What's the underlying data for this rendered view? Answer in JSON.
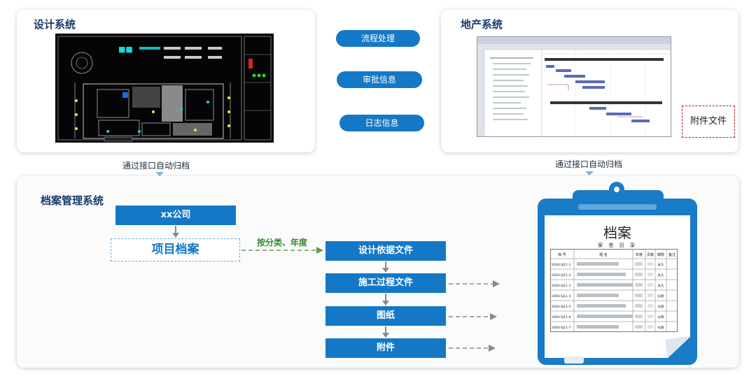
{
  "design_system": {
    "title": "设计系统"
  },
  "realestate_system": {
    "title": "地产系统",
    "attachment_label": "附件文件"
  },
  "pills": [
    "流程处理",
    "审批信息",
    "日志信息"
  ],
  "interface_note_left": "通过接口自动归档",
  "interface_note_right": "通过接口自动归档",
  "archive_system": {
    "title": "档案管理系统",
    "company": "xx公司",
    "project_archive": "项目档案",
    "classify_label": "按分类、年度",
    "doc_types": [
      "设计依据文件",
      "施工过程文件",
      "图纸",
      "附件"
    ]
  },
  "clipboard": {
    "title": "档案",
    "subtitle": "案 卷 目 录",
    "headers": [
      "档 号",
      "题 名",
      "年度",
      "页数",
      "期限",
      "备注"
    ],
    "rows": [
      {
        "id": "2004-SJ11-1",
        "term": "永久"
      },
      {
        "id": "2004-SJ11-2",
        "term": "永久"
      },
      {
        "id": "2004-SJ11-3",
        "term": "永久"
      },
      {
        "id": "2004-SJ11-4",
        "term": "长期"
      },
      {
        "id": "2004-SJ11-5",
        "term": "长期"
      },
      {
        "id": "2004-SJ11-6",
        "term": "长期"
      },
      {
        "id": "2004-SJ11-7",
        "term": "长期"
      }
    ]
  },
  "colors": {
    "primary_blue": "#1478c6",
    "title_navy": "#173a6a",
    "arrow_green": "#6a9a4e",
    "attachment_border": "#b02020"
  }
}
